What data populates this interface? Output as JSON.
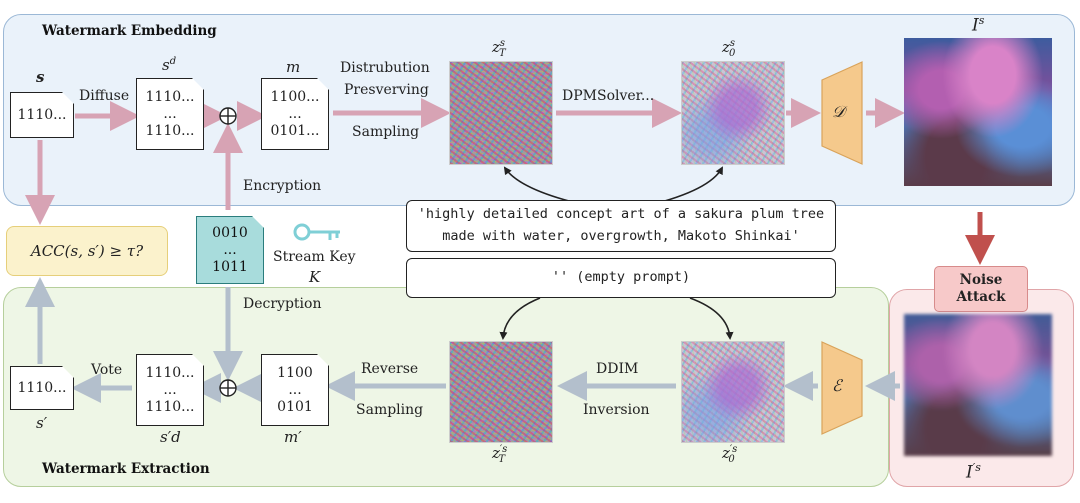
{
  "sections": {
    "embedding_title": "Watermark Embedding",
    "extraction_title": "Watermark Extraction"
  },
  "top_row": {
    "s_label": "s",
    "s_value": "1110...",
    "diffuse": "Diffuse",
    "sd_label": "s",
    "sd_sup": "d",
    "sd_lines": [
      "1110...",
      "...",
      "1110..."
    ],
    "m_label": "m",
    "m_lines": [
      "1100...",
      "...",
      "0101..."
    ],
    "dist_lines": [
      "Distrubution",
      "Presverving",
      "Sampling"
    ],
    "zT_label": "z",
    "zT_sub": "T",
    "zT_sup": "s",
    "dpm": "DPMSolver...",
    "z0_label": "z",
    "z0_sub": "0",
    "z0_sup": "s",
    "decoder": "𝒟",
    "Is_label": "I",
    "Is_sup": "s"
  },
  "middle": {
    "encryption": "Encryption",
    "decryption": "Decryption",
    "key_lines": [
      "0010",
      "...",
      "1011"
    ],
    "stream_key": "Stream Key",
    "K": "K",
    "acc": "ACC(s, s′) ≥ τ?",
    "prompt_lines": [
      "'highly detailed concept art of a sakura plum tree",
      "made with water, overgrowth,  Makoto Shinkai'"
    ],
    "empty_prompt": "''  (empty prompt)",
    "noise_attack": [
      "Noise",
      "Attack"
    ],
    "xor": "⊕"
  },
  "bottom_row": {
    "s_prime_label": "s′",
    "s_prime_value": "1110...",
    "vote": "Vote",
    "std_label": "s′d",
    "std_lines": [
      "1110...",
      "...",
      "1110..."
    ],
    "mp_label": "m′",
    "mp_lines": [
      "1100",
      "...",
      "0101"
    ],
    "reverse_lines": [
      "Reverse",
      "Sampling"
    ],
    "zT_label": "z",
    "zT_sub": "T",
    "zT_sup": "′s",
    "ddim_lines": [
      "DDIM",
      "Inversion"
    ],
    "z0_label": "z",
    "z0_sub": "0",
    "z0_sup": "′s",
    "encoder": "ℰ",
    "Ips_label": "I",
    "Ips_sup": "′s"
  },
  "colors": {
    "pink_arrow": "#d7a3b4",
    "gray_arrow": "#b3bfcc",
    "red_arrow": "#c0504d",
    "trapezoid": "#f5c98c"
  }
}
